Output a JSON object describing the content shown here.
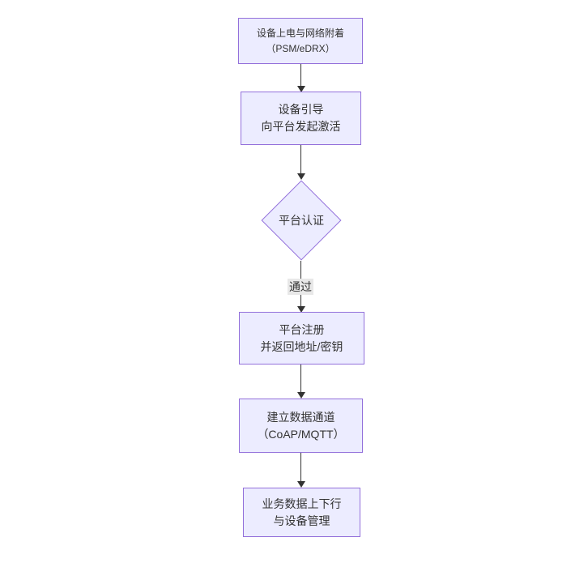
{
  "flowchart": {
    "background_color": "#ffffff",
    "node_fill_color": "#ECECFF",
    "node_border_color": "#9370DB",
    "arrow_color": "#333333",
    "edge_label_bg_color": "#e8e8e8",
    "text_color": "#333333",
    "nodes": [
      {
        "id": "power-attach",
        "type": "rect",
        "lines": [
          "设备上电与网络附着",
          "（PSM/eDRX）"
        ]
      },
      {
        "id": "bootstrap",
        "type": "rect",
        "lines": [
          "设备引导",
          "向平台发起激活"
        ]
      },
      {
        "id": "platform-auth",
        "type": "diamond",
        "lines": [
          "平台认证"
        ]
      },
      {
        "id": "register",
        "type": "rect",
        "lines": [
          "平台注册",
          "并返回地址/密钥"
        ]
      },
      {
        "id": "data-channel",
        "type": "rect",
        "lines": [
          "建立数据通道",
          "（CoAP/MQTT）"
        ]
      },
      {
        "id": "business-data",
        "type": "rect",
        "lines": [
          "业务数据上下行",
          "与设备管理"
        ]
      }
    ],
    "edges": [
      {
        "from": "power-attach",
        "to": "bootstrap",
        "label": ""
      },
      {
        "from": "bootstrap",
        "to": "platform-auth",
        "label": ""
      },
      {
        "from": "platform-auth",
        "to": "register",
        "label": "通过"
      },
      {
        "from": "register",
        "to": "data-channel",
        "label": ""
      },
      {
        "from": "data-channel",
        "to": "business-data",
        "label": ""
      }
    ]
  }
}
